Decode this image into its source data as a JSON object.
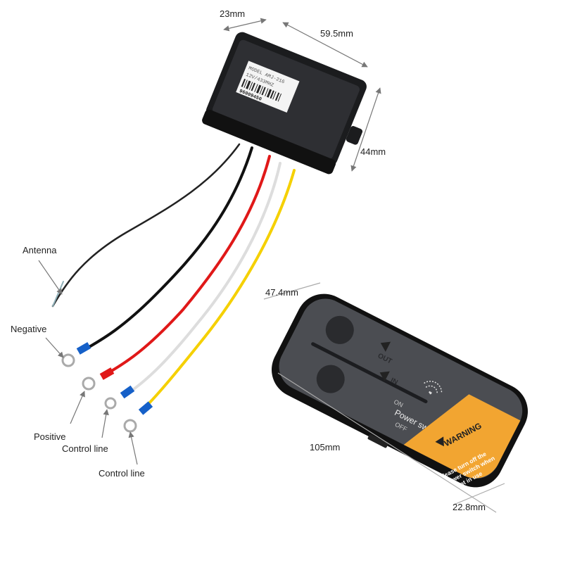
{
  "dimensions": {
    "receiver_depth": "23mm",
    "receiver_length": "59.5mm",
    "receiver_height": "44mm",
    "remote_width": "47.4mm",
    "remote_length": "105mm",
    "remote_depth": "22.8mm"
  },
  "wire_labels": {
    "antenna": "Antenna",
    "negative": "Negative",
    "positive": "Positive",
    "control_line_1": "Control line",
    "control_line_2": "Control line"
  },
  "receiver_sticker": {
    "model": "MODEL AMJ-216",
    "spec": "12V/433MHZ",
    "serial": "96009450"
  },
  "remote": {
    "out_label": "OUT",
    "in_label": "IN",
    "on_label": "ON",
    "power_switch_label": "Power switch",
    "off_label": "OFF",
    "warning_title": "WARNING",
    "warning_text_1": "Please turn off the",
    "warning_text_2": "power switch when",
    "warning_text_3": "not in use"
  },
  "colors": {
    "body": "#2a2b2e",
    "warning": "#f2a531",
    "wire_red": "#e01818",
    "wire_yellow": "#f5d000",
    "wire_black": "#111111",
    "wire_white": "#f2f2f2",
    "terminal_blue": "#1560c8"
  }
}
